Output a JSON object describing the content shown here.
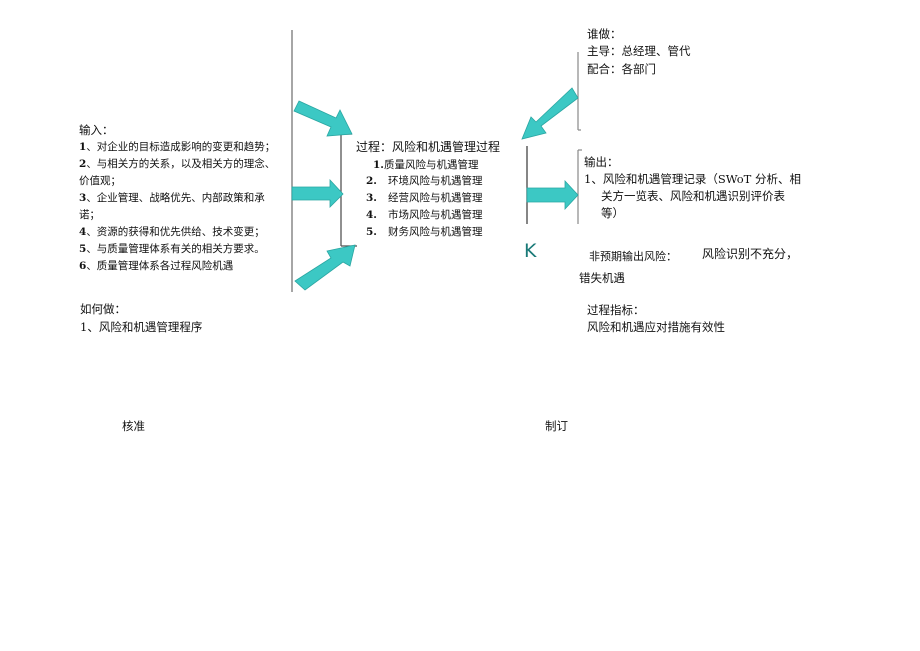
{
  "input": {
    "heading": "输入：",
    "items": [
      {
        "num": "1",
        "text": "、对企业的目标造成影响的变更和趋势；"
      },
      {
        "num": "2",
        "text": "、与相关方的关系，以及相关方的理念、"
      },
      {
        "num": "",
        "text": "价值观；"
      },
      {
        "num": "3",
        "text": "、企业管理、战略优先、内部政策和承"
      },
      {
        "num": "",
        "text": "诺；"
      },
      {
        "num": "4",
        "text": "、资源的获得和优先供给、技术变更；"
      },
      {
        "num": "5",
        "text": "、与质量管理体系有关的相关方要求。"
      },
      {
        "num": "6",
        "text": "、质量管理体系各过程风险机遇"
      }
    ]
  },
  "how": {
    "heading": "如何做：",
    "items": [
      "1、风险和机遇管理程序"
    ]
  },
  "process": {
    "title": "过程：风险和机遇管理过程",
    "items": [
      {
        "num": "1.",
        "text": "质量风险与机遇管理"
      },
      {
        "num": "2.",
        "text": "环境风险与机遇管理"
      },
      {
        "num": "3.",
        "text": "经营风险与机遇管理"
      },
      {
        "num": "4.",
        "text": "市场风险与机遇管理"
      },
      {
        "num": "5.",
        "text": "财务风险与机遇管理"
      }
    ]
  },
  "who": {
    "heading": "谁做：",
    "lead": "主导：总经理、管代",
    "support": "配合：各部门"
  },
  "output": {
    "heading": "输出：",
    "line1": "1、风险和机遇管理记录（SWoT 分析、相",
    "line2": "关方一览表、风险和机遇识别评价表",
    "line3": "等）"
  },
  "risk": {
    "marker": "K",
    "label": "非预期输出风险：",
    "text1": "风险识别不充分，",
    "text2": "错失机遇"
  },
  "indicator": {
    "heading": "过程指标：",
    "text": "风险和机遇应对措施有效性"
  },
  "footer": {
    "approve": "核准",
    "prepare": "制订"
  },
  "colors": {
    "arrow_fill": "#3cc8c4",
    "arrow_stroke": "#2a9e9a",
    "line": "#666666"
  }
}
